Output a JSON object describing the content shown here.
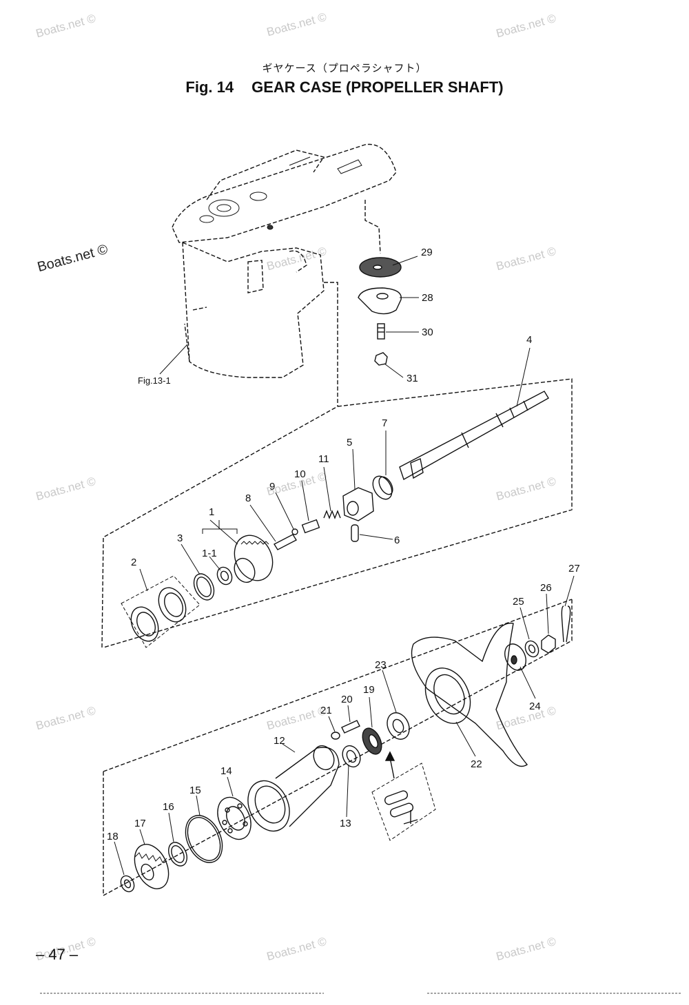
{
  "header": {
    "japanese_title": "ギヤケース（プロペラシャフト）",
    "figure_number": "Fig. 14",
    "figure_title": "GEAR CASE  (PROPELLER SHAFT)"
  },
  "reference": "Fig.13-1",
  "watermark": "Boats.net ©",
  "page_number": "– 47 –",
  "callouts": [
    "1",
    "1-1",
    "2",
    "3",
    "4",
    "5",
    "6",
    "7",
    "8",
    "9",
    "10",
    "11",
    "12",
    "13",
    "14",
    "15",
    "16",
    "17",
    "18",
    "19",
    "20",
    "21",
    "22",
    "23",
    "24",
    "25",
    "26",
    "27",
    "28",
    "29",
    "30",
    "31"
  ]
}
